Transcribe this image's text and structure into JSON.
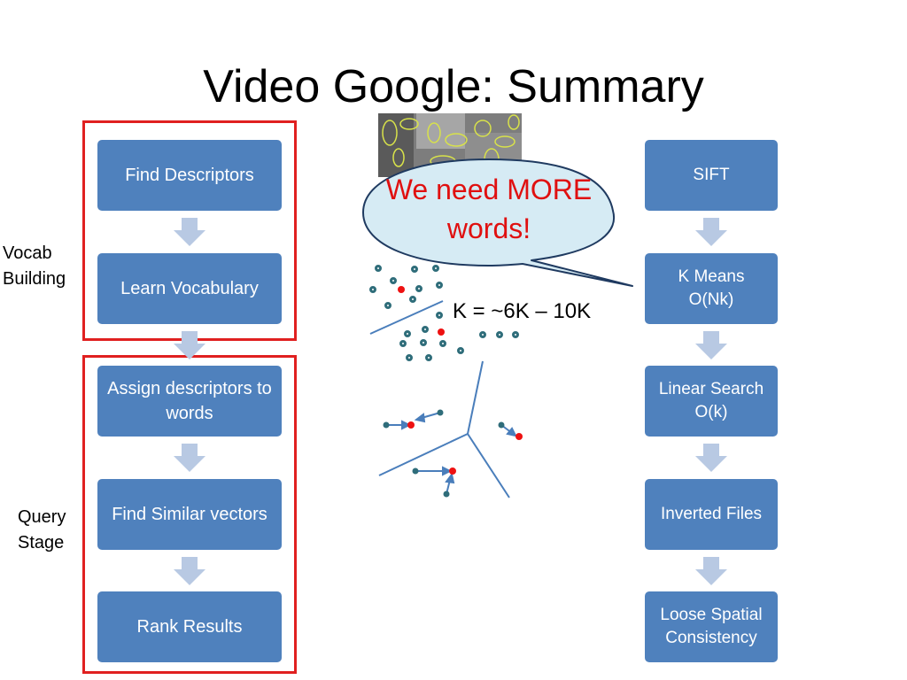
{
  "slide": {
    "title": "Video Google: Summary"
  },
  "left_pipeline": {
    "steps": [
      {
        "label": "Find Descriptors"
      },
      {
        "label": "Learn Vocabulary"
      },
      {
        "label": "Assign descriptors to words"
      },
      {
        "label": "Find Similar vectors"
      },
      {
        "label": "Rank Results"
      }
    ]
  },
  "right_pipeline": {
    "steps": [
      {
        "label": "SIFT",
        "sub": ""
      },
      {
        "label": "K Means",
        "sub": "O(Nk)"
      },
      {
        "label": "Linear Search",
        "sub": "O(k)"
      },
      {
        "label": "Inverted Files",
        "sub": ""
      },
      {
        "label": "Loose Spatial Consistency",
        "sub": ""
      }
    ]
  },
  "groups": {
    "vocab_label": "Vocab Building",
    "query_label": "Query Stage"
  },
  "callout": {
    "text": "We need MORE words!"
  },
  "annotation": {
    "k_text": "K = ~6K – 10K"
  },
  "colors": {
    "box_fill": "#4f81bd",
    "arrow_fill": "#b8c9e3",
    "frame": "#e02020",
    "callout_fill": "#d6ebf4",
    "callout_text": "#e01010",
    "point": "#2f6d7a",
    "centroid": "#ee1111",
    "edge": "#4a7ebb"
  }
}
